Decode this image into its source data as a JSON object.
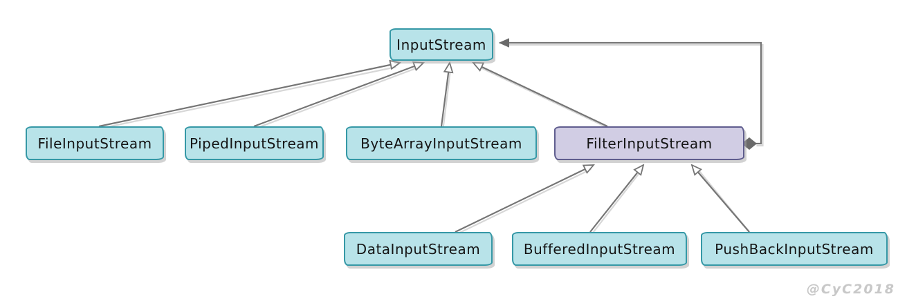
{
  "diagram": {
    "watermark": "@CyC2018",
    "nodes": {
      "input_stream": {
        "label": "InputStream"
      },
      "file_input_stream": {
        "label": "FileInputStream"
      },
      "piped_input_stream": {
        "label": "PipedInputStream"
      },
      "byte_array_input_stream": {
        "label": "ByteArrayInputStream"
      },
      "filter_input_stream": {
        "label": "FilterInputStream"
      },
      "data_input_stream": {
        "label": "DataInputStream"
      },
      "buffered_input_stream": {
        "label": "BufferedInputStream"
      },
      "push_back_input_stream": {
        "label": "PushBackInputStream"
      }
    },
    "relations": [
      {
        "from": "FileInputStream",
        "to": "InputStream",
        "type": "generalization"
      },
      {
        "from": "PipedInputStream",
        "to": "InputStream",
        "type": "generalization"
      },
      {
        "from": "ByteArrayInputStream",
        "to": "InputStream",
        "type": "generalization"
      },
      {
        "from": "FilterInputStream",
        "to": "InputStream",
        "type": "generalization"
      },
      {
        "from": "DataInputStream",
        "to": "FilterInputStream",
        "type": "generalization"
      },
      {
        "from": "BufferedInputStream",
        "to": "FilterInputStream",
        "type": "generalization"
      },
      {
        "from": "PushBackInputStream",
        "to": "FilterInputStream",
        "type": "generalization"
      },
      {
        "from": "FilterInputStream",
        "to": "InputStream",
        "type": "composition"
      }
    ],
    "colors": {
      "class_fill": "#b8e3e9",
      "class_border": "#3598a6",
      "filter_fill": "#d1cde4",
      "filter_border": "#5f5d8e",
      "line": "#757575",
      "line_shadow": "#d7d7d7",
      "marker_fill": "#6a6a6a",
      "watermark": "#c8c8c8"
    }
  }
}
